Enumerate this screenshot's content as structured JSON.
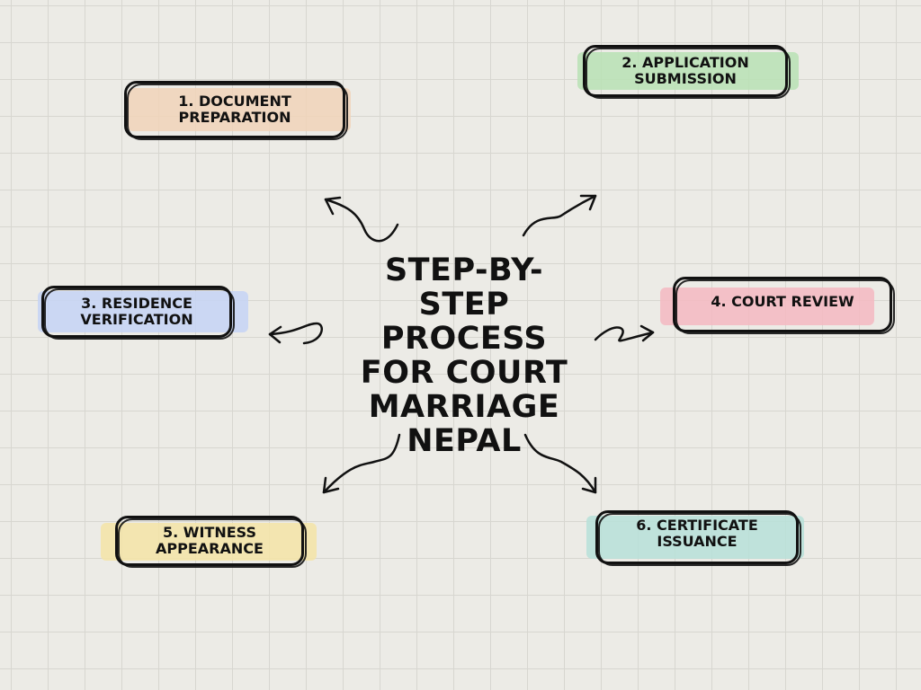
{
  "title": "STEP-BY-STEP PROCESS FOR COURT MARRIAGE NEPAL",
  "steps": [
    {
      "label": "1. DOCUMENT PREPARATION",
      "color": "#f1d4b9"
    },
    {
      "label": "2. APPLICATION SUBMISSION",
      "color": "#b8e2b4"
    },
    {
      "label": "3. RESIDENCE VERIFICATION",
      "color": "#c6d4f5"
    },
    {
      "label": "4. COURT REVIEW",
      "color": "#f4b8c1"
    },
    {
      "label": "5. WITNESS APPEARANCE",
      "color": "#f4e4a6"
    },
    {
      "label": "6. CERTIFICATE ISSUANCE",
      "color": "#b7e0d8"
    }
  ]
}
